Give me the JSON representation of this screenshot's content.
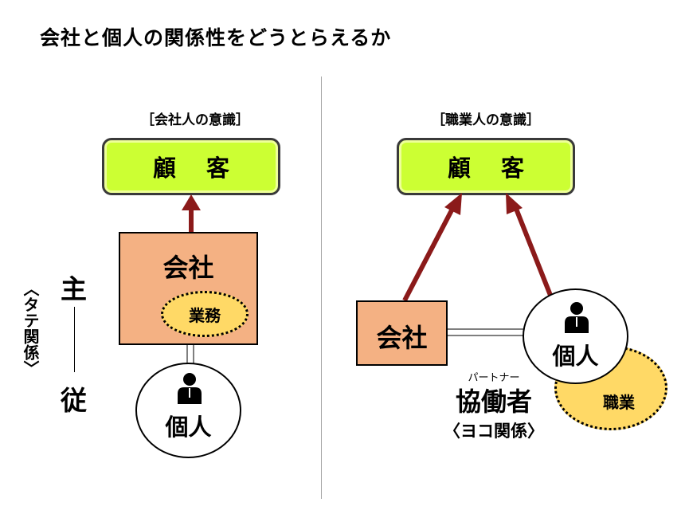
{
  "title": "会社と個人の関係性をどうとらえるか",
  "left": {
    "section_label": "［会社人の意識］",
    "customer": "顧 客",
    "company": "会社",
    "duty": "業務",
    "person": "個人",
    "master": "主",
    "follower": "従",
    "relation_label": "〈タテ関係〉"
  },
  "right": {
    "section_label": "［職業人の意識］",
    "customer": "顧 客",
    "company": "会社",
    "person": "個人",
    "profession": "職業",
    "partner_ruby": "パートナー",
    "partner": "協働者",
    "relation_label": "〈ヨコ関係〉"
  },
  "colors": {
    "customer_fill": "#ccff33",
    "company_fill": "#f4b183",
    "duty_fill": "#ffd966",
    "arrow": "#8b1a1a"
  },
  "icons": [
    "person-icon"
  ]
}
